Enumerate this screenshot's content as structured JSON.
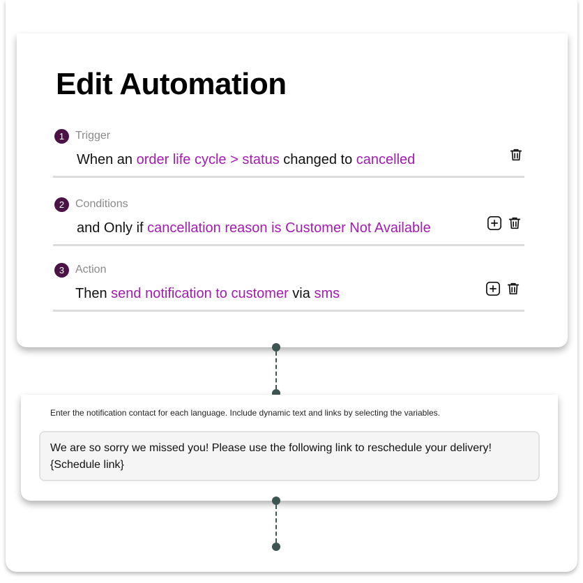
{
  "page": {
    "title": "Edit Automation"
  },
  "steps": [
    {
      "number": "1",
      "label": "Trigger",
      "parts": [
        "When an ",
        "order life cycle > status",
        " changed to ",
        "cancelled"
      ],
      "icons": [
        "trash-icon"
      ]
    },
    {
      "number": "2",
      "label": "Conditions",
      "parts": [
        "and Only if ",
        "cancellation reason is Customer Not Available"
      ],
      "icons": [
        "add-icon",
        "trash-icon"
      ]
    },
    {
      "number": "3",
      "label": "Action",
      "parts": [
        "Then ",
        "send notification to customer",
        " via ",
        "sms"
      ],
      "icons": [
        "add-icon",
        "trash-icon"
      ]
    }
  ],
  "notification": {
    "instructions": "Enter the notification contact for each language. Include dynamic text and links by selecting the variables.",
    "message_lines": [
      "We are so sorry we missed you! Please use the following link to reschedule your delivery!",
      "{Schedule link}"
    ]
  },
  "colors": {
    "accent": "#a21caf",
    "step_badge": "#4a1245",
    "connector": "#3e5450",
    "divider": "#dcdcdc"
  }
}
